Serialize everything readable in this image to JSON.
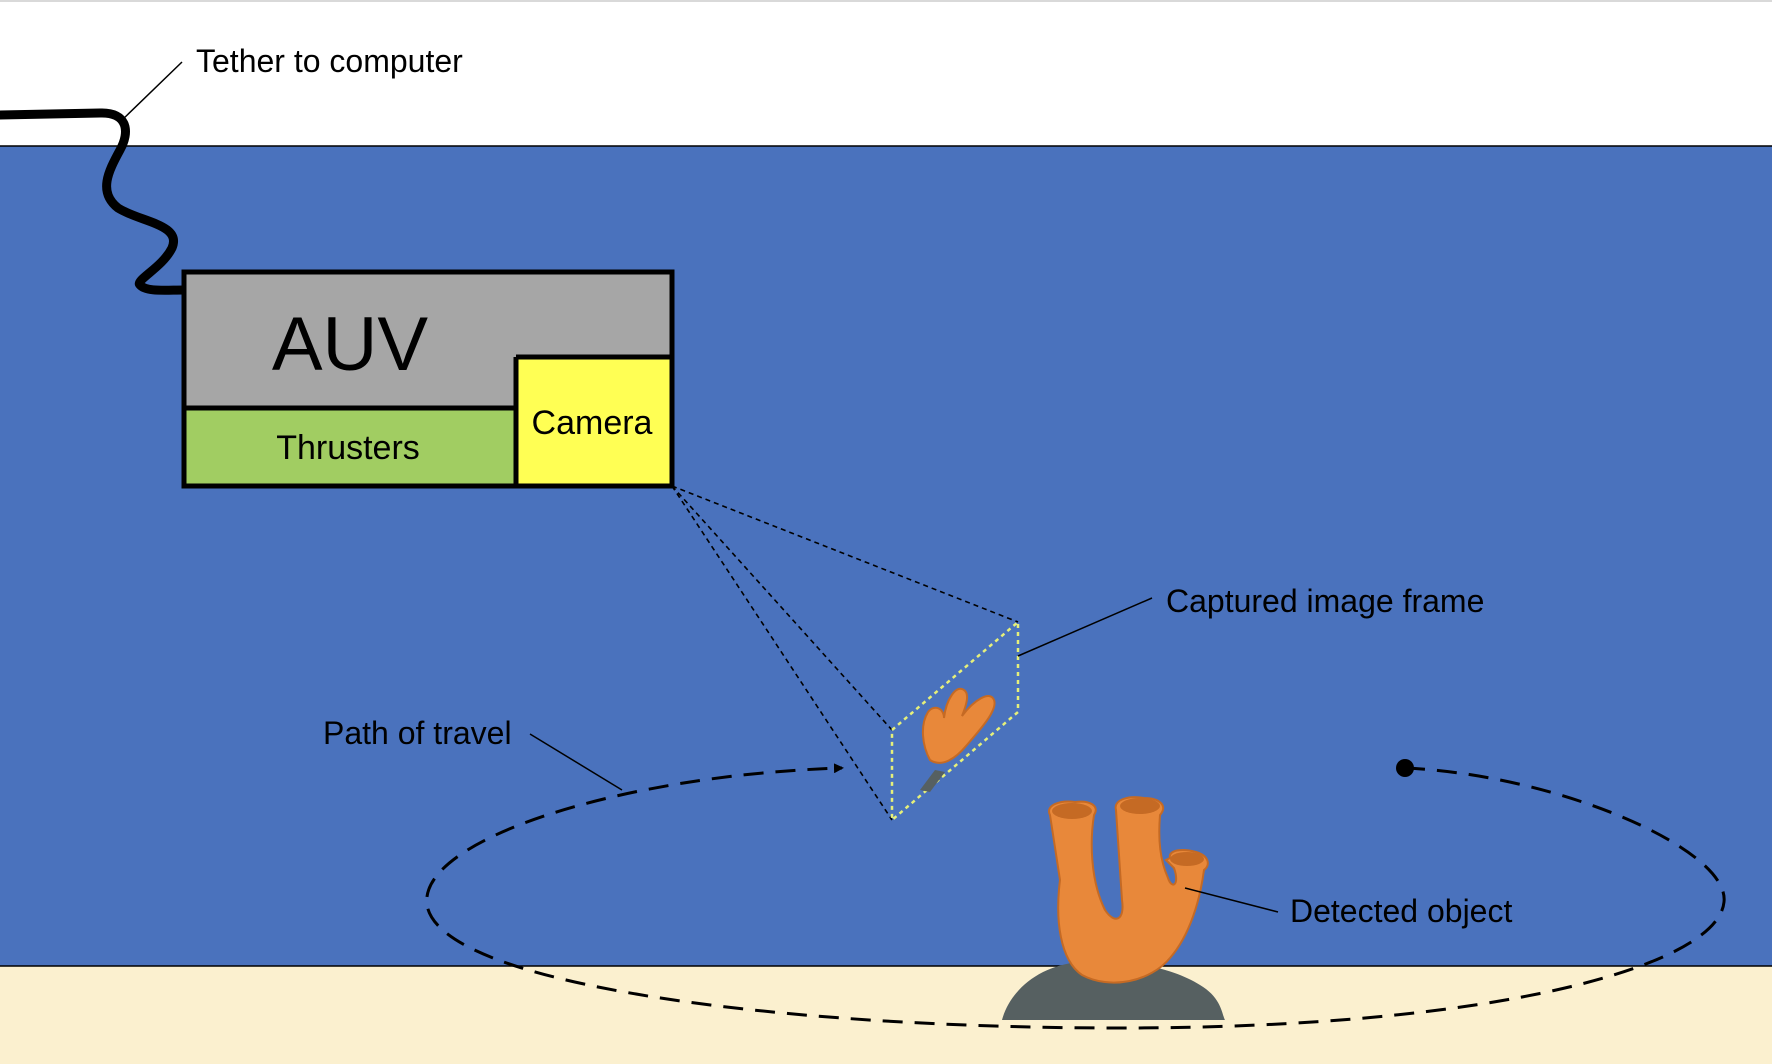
{
  "diagram": {
    "labels": {
      "tether": "Tether to computer",
      "auv": "AUV",
      "camera": "Camera",
      "thrusters": "Thrusters",
      "captured_frame": "Captured image frame",
      "path": "Path of travel",
      "detected_object": "Detected object"
    },
    "colors": {
      "sky": "#ffffff",
      "water": "#4a72bd",
      "seabed": "#fbf0cf",
      "auv_body": "#a6a6a6",
      "thrusters": "#a1cd62",
      "camera": "#ffff54",
      "sponge": "#e8883a",
      "sponge_dark": "#c56a24",
      "rock": "#566061",
      "frame_border": "#e6f07a",
      "outline": "#000000"
    }
  }
}
